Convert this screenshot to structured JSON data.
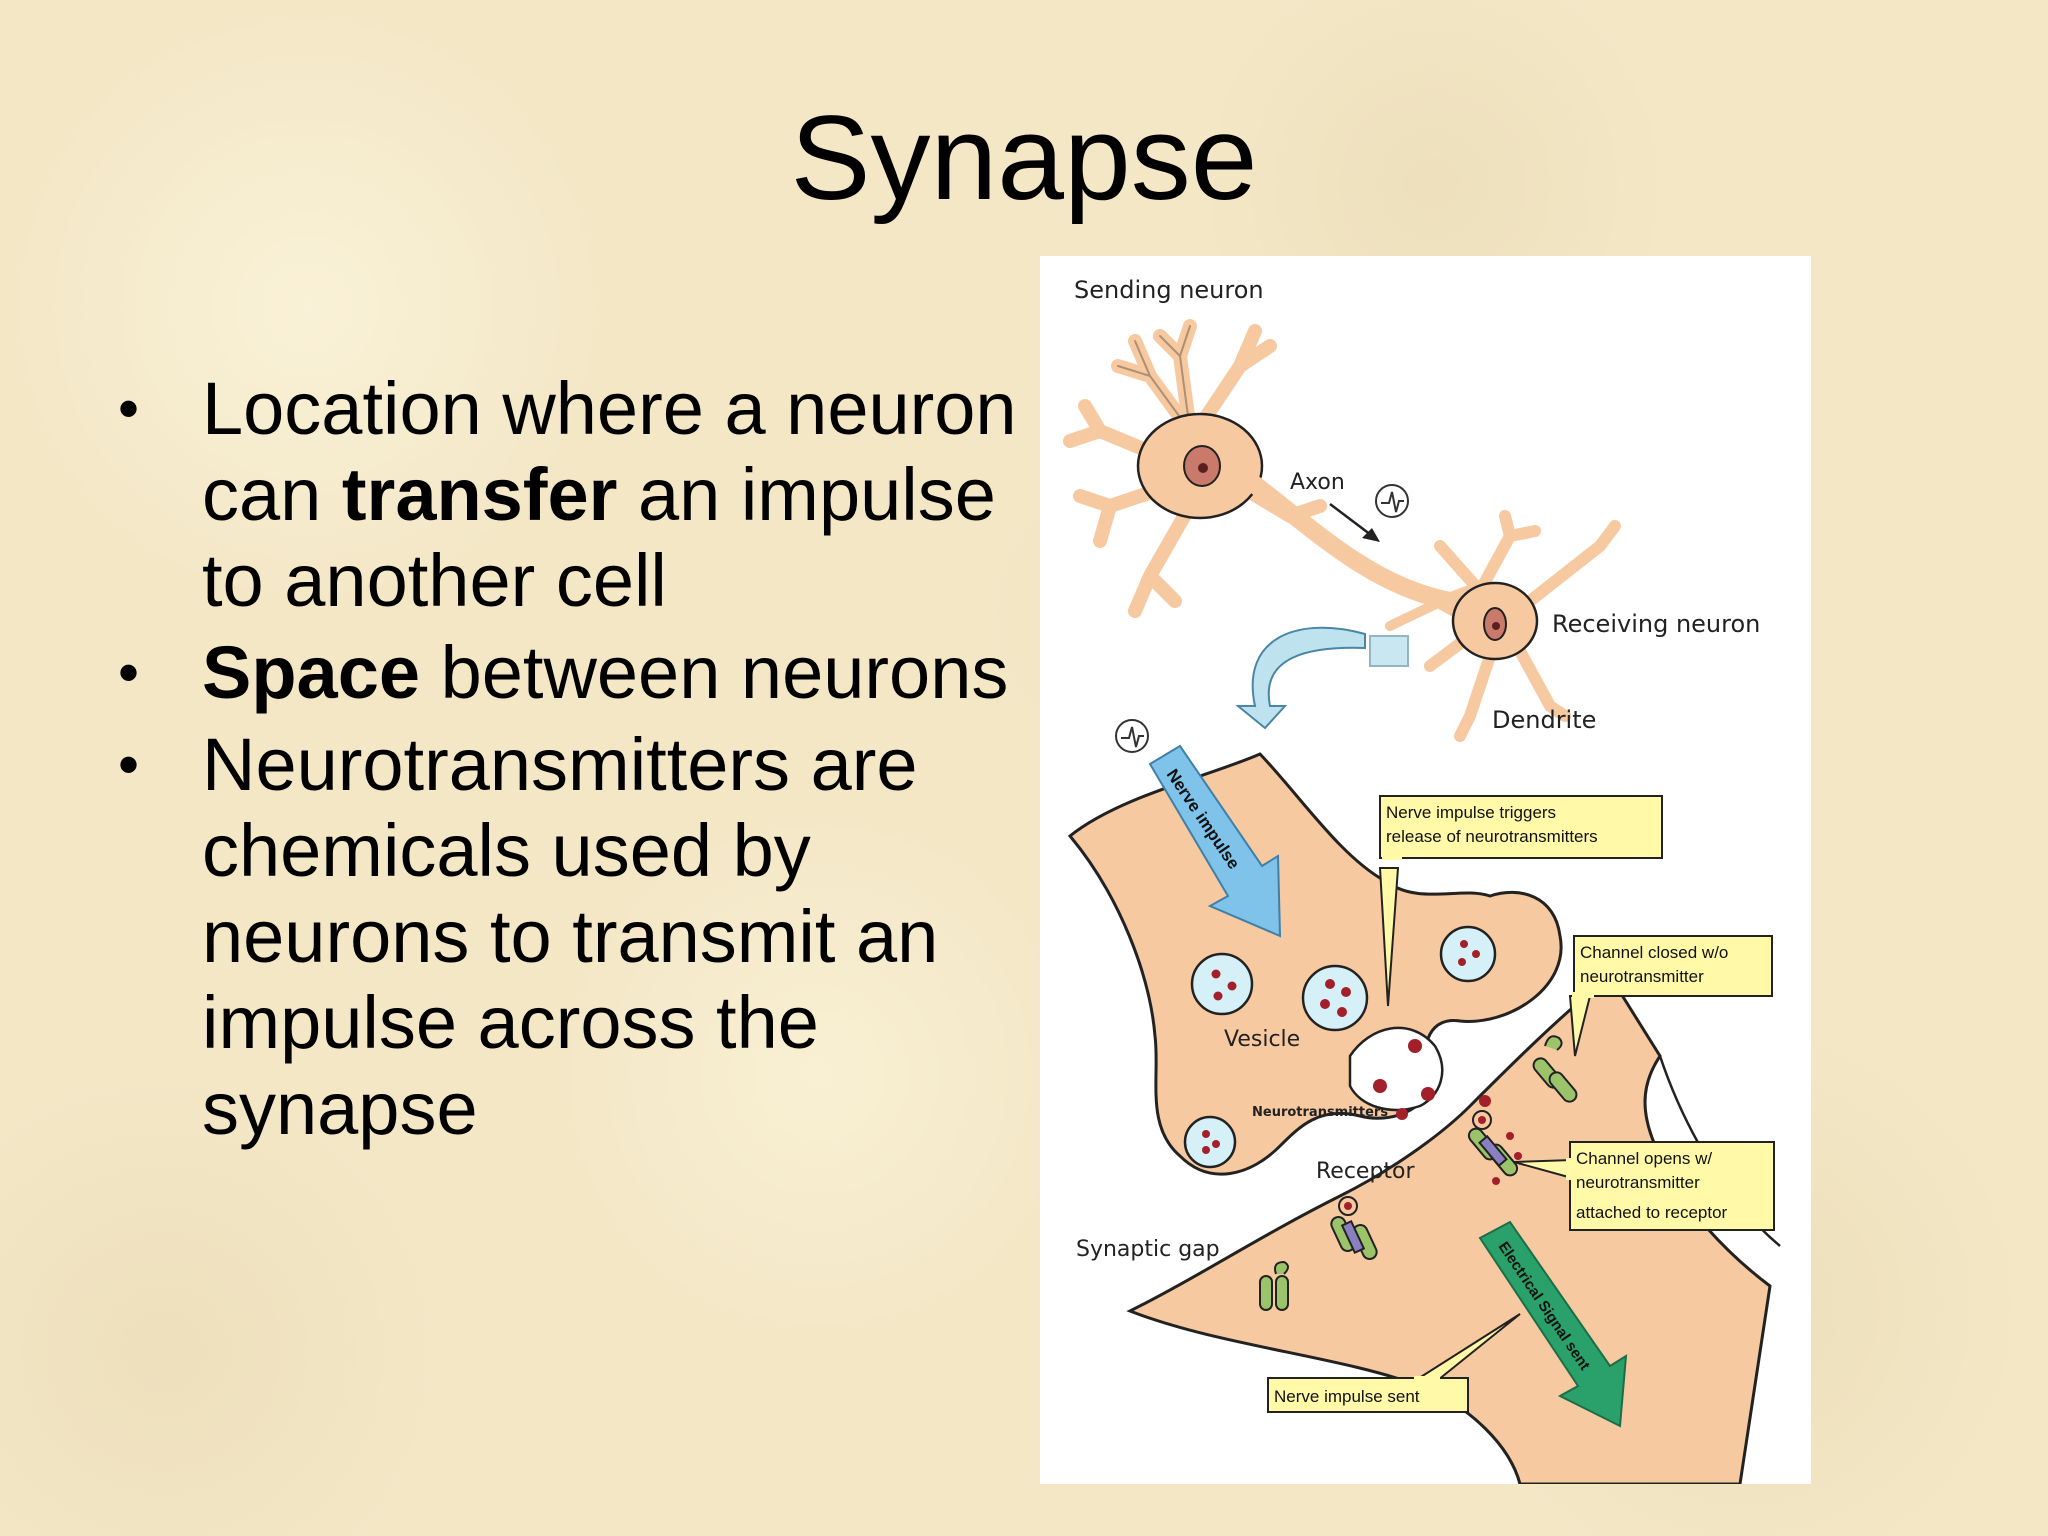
{
  "slide": {
    "title": "Synapse",
    "bullets": [
      {
        "parts": [
          {
            "text": "Location where a neuron can ",
            "bold": false
          },
          {
            "text": "transfer",
            "bold": true
          },
          {
            "text": " an impulse to another cell",
            "bold": false
          }
        ]
      },
      {
        "parts": [
          {
            "text": "Space",
            "bold": true
          },
          {
            "text": " between neurons",
            "bold": false
          }
        ]
      },
      {
        "parts": [
          {
            "text": "Neurotransmitters are chemicals used by neurons to transmit an impulse across the synapse",
            "bold": false
          }
        ]
      }
    ],
    "bullet_glyph": "•"
  },
  "figure": {
    "labels": {
      "sending_neuron": "Sending neuron",
      "axon": "Axon",
      "receiving_neuron": "Receiving neuron",
      "dendrite": "Dendrite",
      "nerve_impulse_arrow": "Nerve impulse",
      "vesicle": "Vesicle",
      "neurotransmitters": "Neurotransmitters",
      "receptor": "Receptor",
      "synaptic_gap": "Synaptic gap",
      "electrical_signal_arrow": "Electrical Signal sent"
    },
    "callouts": {
      "triggers_line1": "Nerve impulse triggers",
      "triggers_line2": "release of neurotransmitters",
      "closed_line1": "Channel closed w/o",
      "closed_line2": "neurotransmitter",
      "opens_line1": "Channel opens w/",
      "opens_line2": "neurotransmitter",
      "opens_line3": "attached to receptor",
      "sent": "Nerve impulse sent"
    },
    "colors": {
      "cell_fill": "#f7c9a0",
      "cell_stroke": "#222222",
      "nucleus": "#c97a6a",
      "vesicle_fill": "#d6f0f7",
      "neurotransmitter": "#a3202a",
      "callout_fill": "#fff9a8",
      "blue_arrow": "#7fc3ea",
      "green_arrow": "#2aa06a",
      "channel": "#9bc46a",
      "channel_open": "#8a7fc0"
    }
  }
}
